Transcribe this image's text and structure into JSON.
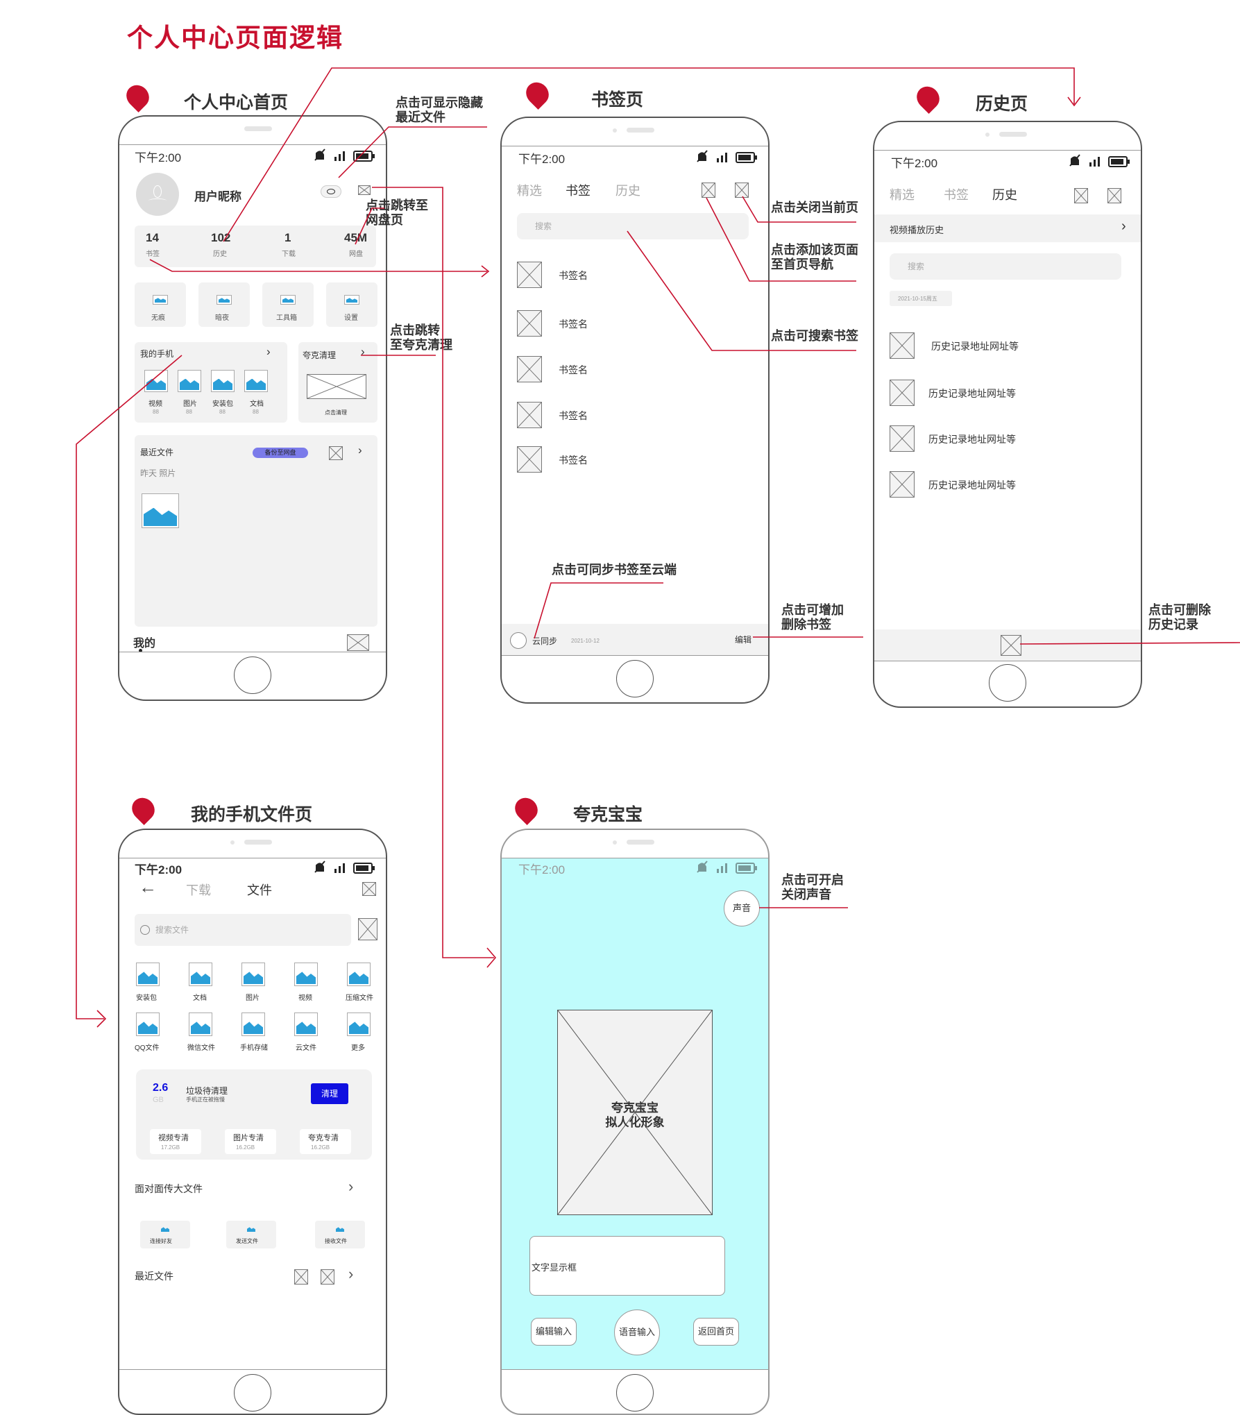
{
  "main_title": "个人中心页面逻辑",
  "pages": {
    "home": {
      "title": "个人中心首页"
    },
    "bookmark": {
      "title": "书签页"
    },
    "history": {
      "title": "历史页"
    },
    "files": {
      "title": "我的手机文件页"
    },
    "quark": {
      "title": "夸克宝宝"
    }
  },
  "status_time": "下午2:00",
  "home": {
    "nickname": "用户昵称",
    "stats": [
      {
        "value": "14",
        "label": "书签"
      },
      {
        "value": "102",
        "label": "历史"
      },
      {
        "value": "1",
        "label": "下载"
      },
      {
        "value": "45M",
        "label": "网盘"
      }
    ],
    "shortcuts": [
      "无痕",
      "暗夜",
      "工具箱",
      "设置"
    ],
    "myphone": {
      "title": "我的手机",
      "items": [
        {
          "label": "视频",
          "count": "88"
        },
        {
          "label": "图片",
          "count": "88"
        },
        {
          "label": "安装包",
          "count": "88"
        },
        {
          "label": "文档",
          "count": "88"
        }
      ]
    },
    "quark_clean": {
      "title": "夸克清理",
      "btn": "点击清理"
    },
    "recent": {
      "title": "最近文件",
      "backup": "备份至网盘",
      "sub": "昨天 照片"
    },
    "bottom_tab": "我的"
  },
  "bookmark": {
    "tabs": [
      "精选",
      "书签",
      "历史"
    ],
    "search": "搜索",
    "items": [
      "书签名",
      "书签名",
      "书签名",
      "书签名",
      "书签名"
    ],
    "sync": "云同步",
    "date": "2021-10-12",
    "edit": "编辑"
  },
  "history": {
    "tabs": [
      "精选",
      "书签",
      "历史"
    ],
    "video_history": "视频播放历史",
    "search": "搜索",
    "date_chip": "2021-10-15周五",
    "items": [
      "历史记录地址网址等",
      "历史记录地址网址等",
      "历史记录地址网址等",
      "历史记录地址网址等"
    ]
  },
  "files": {
    "tabs": [
      "下载",
      "文件"
    ],
    "search": "搜索文件",
    "grid": [
      "安装包",
      "文档",
      "图片",
      "视频",
      "压缩文件",
      "QQ文件",
      "微信文件",
      "手机存储",
      "云文件",
      "更多"
    ],
    "junk": {
      "size": "2.6",
      "unit": "GB",
      "title": "垃圾待清理",
      "sub": "手机正在被拖慢",
      "btn": "清理"
    },
    "cleaners": [
      {
        "label": "视频专清",
        "size": "17.2GB"
      },
      {
        "label": "图片专清",
        "size": "16.2GB"
      },
      {
        "label": "夸克专清",
        "size": "16.2GB"
      }
    ],
    "transfer": {
      "title": "面对面传大文件",
      "items": [
        "连接好友",
        "发送文件",
        "接收文件"
      ]
    },
    "recent": "最近文件"
  },
  "quark": {
    "sound": "声音",
    "avatar": "夸克宝宝\n拟人化形象",
    "textbox": "文字显示框",
    "buttons": [
      "编辑输入",
      "语音输入",
      "返回首页"
    ]
  },
  "annotations": {
    "show_hide_recent": "点击可显示隐藏\n最近文件",
    "goto_netdisk": "点击跳转至\n网盘页",
    "goto_quark_clean": "点击跳转\n至夸克清理",
    "close_page": "点击关闭当前页",
    "add_nav": "点击添加该页面\n至首页导航",
    "search_bookmark": "点击可搜索书签",
    "sync_cloud": "点击可同步书签至云端",
    "add_delete_bookmark": "点击可增加\n删除书签",
    "delete_history": "点击可删除\n历史记录",
    "toggle_sound": "点击可开启\n关闭声音"
  },
  "colors": {
    "accent": "#c8102e",
    "quark_bg": "#c0fcfc",
    "blue": "#1010e0",
    "image_blue": "#2a9fd8",
    "backup_purple": "#7b7bea"
  }
}
